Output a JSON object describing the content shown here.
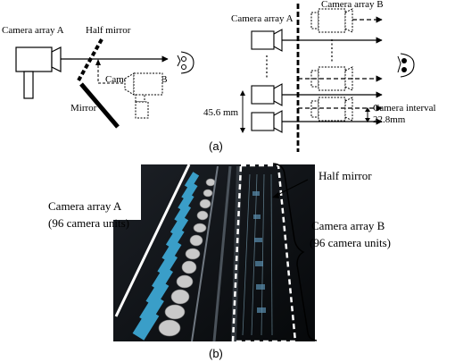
{
  "panel_a": {
    "caption": "(a)",
    "left": {
      "label_camera_a": "Camera array A",
      "label_half_mirror": "Half mirror",
      "label_camera_b": "Camera array B",
      "label_mirror": "Mirror"
    },
    "right": {
      "label_camera_a": "Camera array A",
      "label_camera_b": "Camera array B",
      "label_spacing": "45.6 mm",
      "label_interval": "Camera interval",
      "label_interval_value": "22.8mm"
    }
  },
  "panel_b": {
    "caption": "(b)",
    "label_array_a_line1": "Camera array A",
    "label_array_a_line2": "(96 camera units)",
    "label_half_mirror": "Half mirror",
    "label_array_b_line1": "Camera array B",
    "label_array_b_line2": "(96 camera units)"
  },
  "colors": {
    "photo_bg": "#0b0d10",
    "camera_body": "#3a9ec8",
    "lens_metal": "#c9c9c9"
  }
}
